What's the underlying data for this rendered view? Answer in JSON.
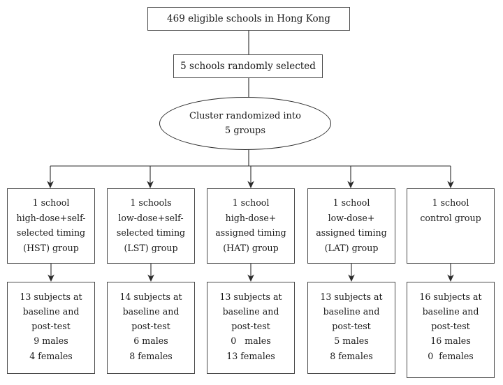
{
  "diagram": {
    "title": "CONSORT-style school cluster randomization flowchart",
    "stroke_color": "#2b2b2b",
    "box_border_color": "#4a4a4a",
    "background_color": "#ffffff"
  },
  "nodes": {
    "eligible": {
      "lines": [
        "469 eligible schools in Hong Kong"
      ]
    },
    "selected": {
      "lines": [
        "5 schools randomly selected"
      ]
    },
    "randomized": {
      "lines": [
        "Cluster randomized into",
        "5 groups"
      ]
    }
  },
  "groups": [
    {
      "id": "hst",
      "lines": [
        "1 school",
        "high-dose+self-",
        "selected timing",
        "(HST) group"
      ]
    },
    {
      "id": "lst",
      "lines": [
        "1 schools",
        "low-dose+self-",
        "selected timing",
        "(LST) group"
      ]
    },
    {
      "id": "hat",
      "lines": [
        "1 school",
        "high-dose+",
        "assigned timing",
        "(HAT) group"
      ]
    },
    {
      "id": "lat",
      "lines": [
        "1 school",
        "low-dose+",
        "assigned timing",
        "(LAT) group"
      ]
    },
    {
      "id": "control",
      "lines": [
        "1 school",
        "control group"
      ]
    }
  ],
  "results": [
    {
      "id": "hst-results",
      "lines": [
        "13 subjects at",
        "baseline and",
        "post-test",
        "9 males",
        "4 females"
      ],
      "subjects": 13,
      "males": 9,
      "females": 4
    },
    {
      "id": "lst-results",
      "lines": [
        "14 subjects at",
        "baseline and",
        "post-test",
        "6 males",
        "8 females"
      ],
      "subjects": 14,
      "males": 6,
      "females": 8
    },
    {
      "id": "hat-results",
      "lines": [
        "13 subjects at",
        "baseline and",
        "post-test",
        "0   males",
        "13 females"
      ],
      "subjects": 13,
      "males": 0,
      "females": 13
    },
    {
      "id": "lat-results",
      "lines": [
        "13 subjects at",
        "baseline and",
        "post-test",
        "5 males",
        "8 females"
      ],
      "subjects": 13,
      "males": 5,
      "females": 8
    },
    {
      "id": "control-results",
      "lines": [
        "16 subjects at",
        "baseline and",
        "post-test",
        "16 males",
        "0  females"
      ],
      "subjects": 16,
      "males": 16,
      "females": 0
    }
  ]
}
